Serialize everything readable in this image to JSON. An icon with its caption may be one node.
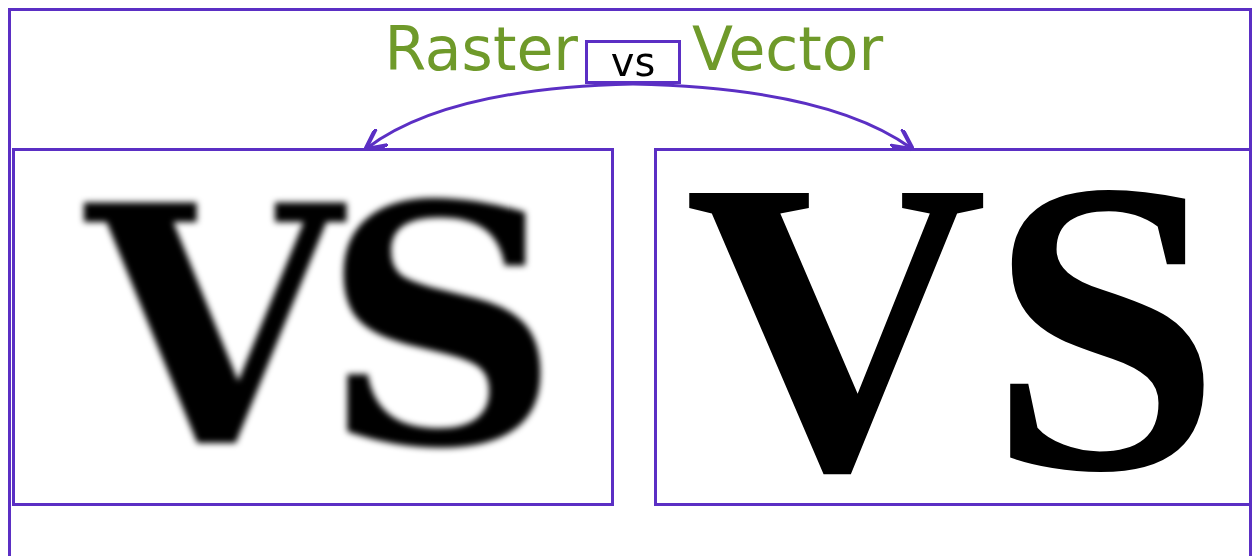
{
  "diagram": {
    "nodes": [
      {
        "text": [
          "vs"
        ]
      },
      {
        "text": [
          "VS"
        ]
      },
      {
        "text": [
          "VS"
        ]
      }
    ],
    "edges": [
      {
        "from": 0,
        "to": 1,
        "arrow": "to"
      },
      {
        "from": 0,
        "to": 2,
        "arrow": "to"
      }
    ],
    "labels": [
      "Raster",
      "Vector"
    ]
  }
}
